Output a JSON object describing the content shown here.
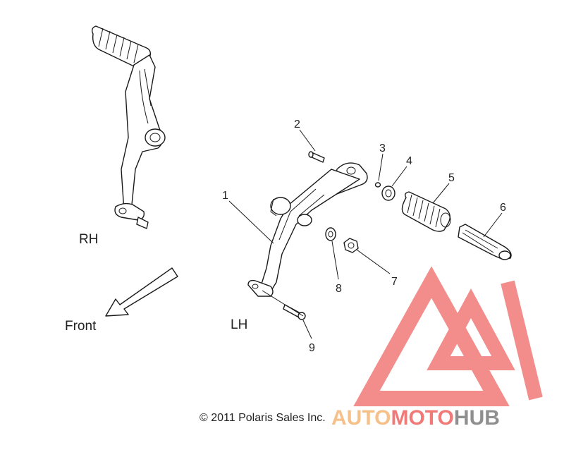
{
  "diagram": {
    "callouts": [
      "1",
      "2",
      "3",
      "4",
      "5",
      "6",
      "7",
      "8",
      "9"
    ],
    "labels": {
      "rh": "RH",
      "lh": "LH",
      "front": "Front"
    },
    "copyright": "© 2011 Polaris Sales Inc.",
    "watermark": {
      "auto": "AUTO",
      "moto": "MOTO",
      "hub": "HUB",
      "colors": {
        "logo": "#f07a78",
        "auto": "#f5c08a",
        "moto": "#f07a78",
        "hub": "#8f8f8f"
      }
    }
  }
}
